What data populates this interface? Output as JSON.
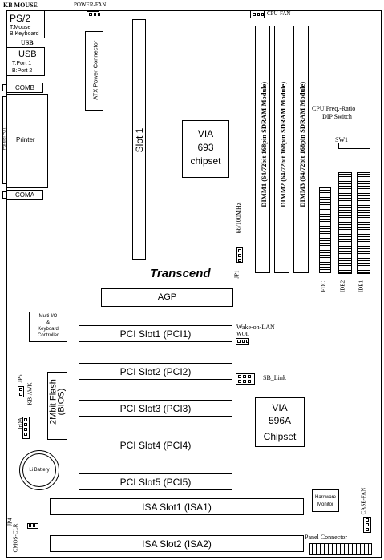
{
  "kb_mouse": "KB MOUSE",
  "ps2": {
    "title": "PS/2",
    "line1": "T:Mouse",
    "line2": "B:Keyboard"
  },
  "usb_top": "USB",
  "usb": {
    "title": "USB",
    "line1": "T:Port 1",
    "line2": "B:Port 2"
  },
  "power_fan": "POWER-FAN",
  "cpu_fan": "CPU-FAN",
  "atx_power": "ATX Power Connector",
  "slot1": "Slot 1",
  "via693": {
    "l1": "VIA",
    "l2": "693",
    "l3": "chipset"
  },
  "dimm1": "DIMM1 (64/72bit 168pin SDRAM Module)",
  "dimm2": "DIMM2 (64/72bit 168pin SDRAM Module)",
  "dimm3": "DIMM3 (64/72bit 168pin SDRAM Module)",
  "cpu_freq": {
    "l1": "CPU Freq.-Ratio",
    "l2": "DIP Switch"
  },
  "sw1": "SW1",
  "comb": "COMB",
  "coma": "COMA",
  "parallel_port": "Parallel Port",
  "printer": "Printer",
  "mhz": "66/100MHz",
  "jp1": "JP1",
  "transcend": "Transcend",
  "agp": "AGP",
  "fdc": "FDC",
  "ide2": "IDE2",
  "ide1": "IDE1",
  "multi_io": {
    "l1": "Multi-I/O",
    "l2": "&",
    "l3": "Keyboard",
    "l4": "Controller"
  },
  "pci1": "PCI Slot1 (PCI1)",
  "pci2": "PCI Slot2 (PCI2)",
  "pci3": "PCI Slot3 (PCI3)",
  "pci4": "PCI Slot4 (PCI4)",
  "pci5": "PCI Slot5 (PCI5)",
  "wake_lan": "Wake-on-LAN",
  "wol": "WOL",
  "sb_link": "SB_Link",
  "jp5": "JP5",
  "kb_awk": "KB-AWK",
  "flash": {
    "l1": "2Mbit Flash",
    "l2": "(BIOS)"
  },
  "irda": "IrDA",
  "via596": {
    "l1": "VIA",
    "l2": "596A",
    "l3": "Chipset"
  },
  "battery": "Li Battery",
  "hw_monitor": {
    "l1": "Hardware",
    "l2": "Monitor"
  },
  "case_fan": "CASE-FAN",
  "isa1": "ISA Slot1 (ISA1)",
  "isa2": "ISA Slot2 (ISA2)",
  "jp4": "JP4",
  "cmos_clr": "CMOS-CLR",
  "panel_connector": "Panel Connector"
}
